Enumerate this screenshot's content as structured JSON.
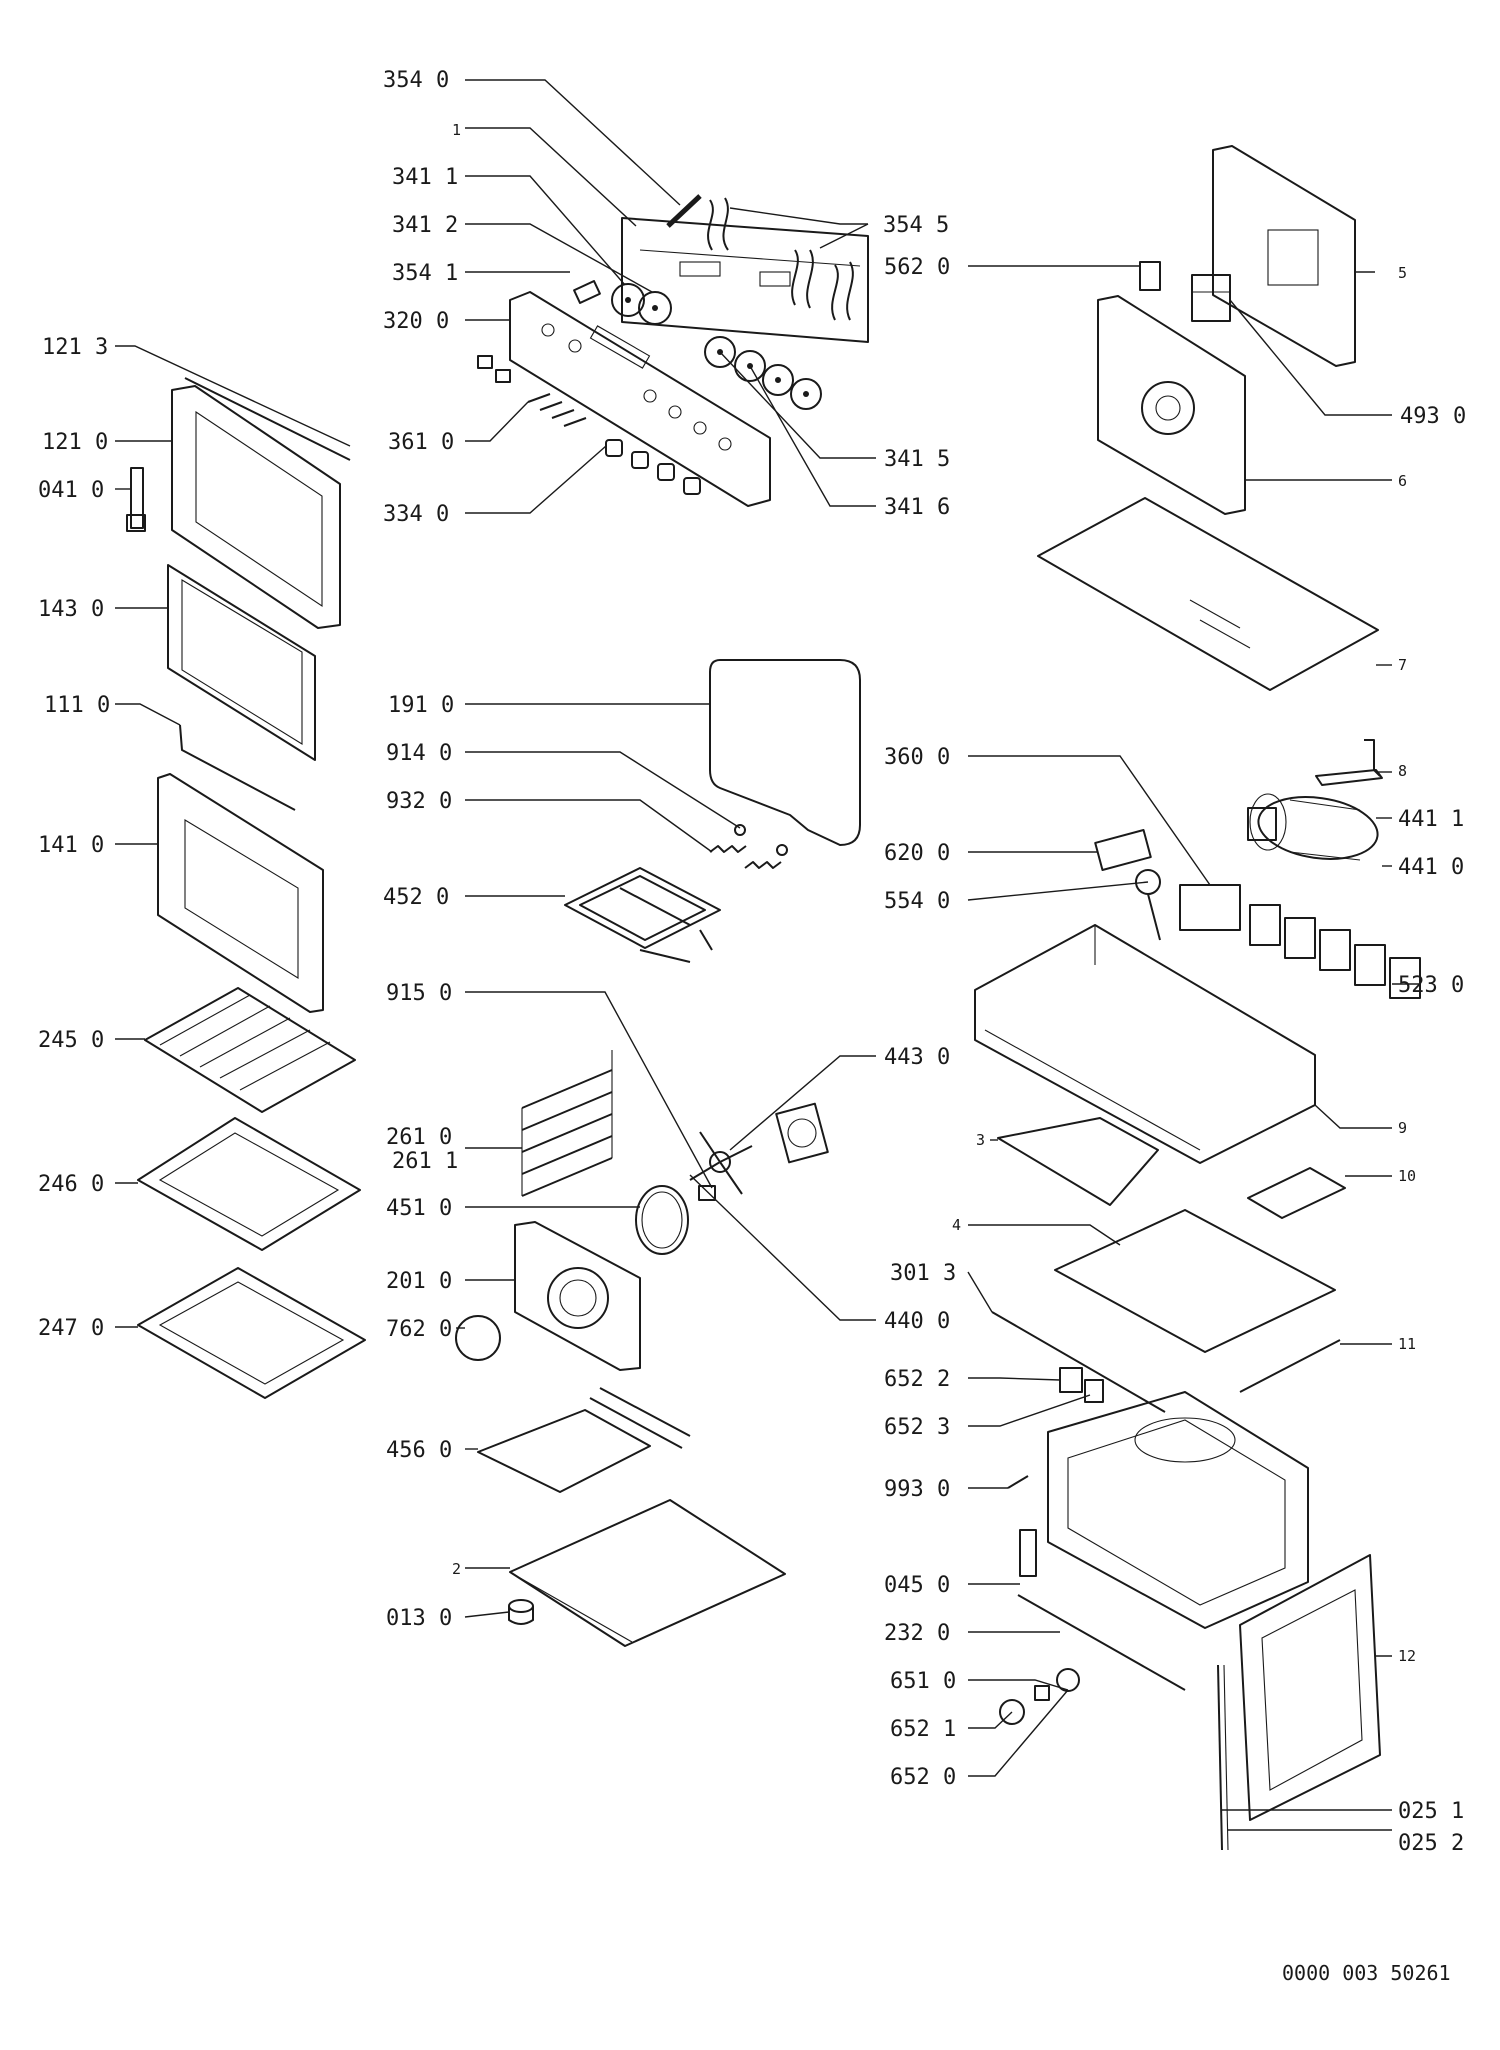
{
  "labels": [
    {
      "text": "354  0",
      "name": "label-354-0"
    },
    {
      "text": "1",
      "name": "label-1"
    },
    {
      "text": "341  1",
      "name": "label-341-1"
    },
    {
      "text": "341  2",
      "name": "label-341-2"
    },
    {
      "text": "354  1",
      "name": "label-354-1"
    },
    {
      "text": "320  0",
      "name": "label-320-0"
    },
    {
      "text": "121  3",
      "name": "label-121-3"
    },
    {
      "text": "121  0",
      "name": "label-121-0"
    },
    {
      "text": "041  0",
      "name": "label-041-0"
    },
    {
      "text": "361  0",
      "name": "label-361-0"
    },
    {
      "text": "334  0",
      "name": "label-334-0"
    },
    {
      "text": "143  0",
      "name": "label-143-0"
    },
    {
      "text": "111  0",
      "name": "label-111-0"
    },
    {
      "text": "141  0",
      "name": "label-141-0"
    },
    {
      "text": "245  0",
      "name": "label-245-0"
    },
    {
      "text": "246  0",
      "name": "label-246-0"
    },
    {
      "text": "247  0",
      "name": "label-247-0"
    },
    {
      "text": "191  0",
      "name": "label-191-0"
    },
    {
      "text": "914  0",
      "name": "label-914-0"
    },
    {
      "text": "932  0",
      "name": "label-932-0"
    },
    {
      "text": "452  0",
      "name": "label-452-0"
    },
    {
      "text": "915  0",
      "name": "label-915-0"
    },
    {
      "text": "261  0",
      "name": "label-261-0"
    },
    {
      "text": "261  1",
      "name": "label-261-1"
    },
    {
      "text": "451  0",
      "name": "label-451-0"
    },
    {
      "text": "201  0",
      "name": "label-201-0"
    },
    {
      "text": "762  0",
      "name": "label-762-0"
    },
    {
      "text": "456  0",
      "name": "label-456-0"
    },
    {
      "text": "2",
      "name": "label-2"
    },
    {
      "text": "013  0",
      "name": "label-013-0"
    },
    {
      "text": "354  5",
      "name": "label-354-5"
    },
    {
      "text": "562  0",
      "name": "label-562-0"
    },
    {
      "text": "5",
      "name": "label-5"
    },
    {
      "text": "493  0",
      "name": "label-493-0"
    },
    {
      "text": "341  5",
      "name": "label-341-5"
    },
    {
      "text": "341  6",
      "name": "label-341-6"
    },
    {
      "text": "6",
      "name": "label-6"
    },
    {
      "text": "7",
      "name": "label-7"
    },
    {
      "text": "360  0",
      "name": "label-360-0"
    },
    {
      "text": "8",
      "name": "label-8"
    },
    {
      "text": "441  1",
      "name": "label-441-1"
    },
    {
      "text": "620  0",
      "name": "label-620-0"
    },
    {
      "text": "441  0",
      "name": "label-441-0"
    },
    {
      "text": "554  0",
      "name": "label-554-0"
    },
    {
      "text": "523  0",
      "name": "label-523-0"
    },
    {
      "text": "443  0",
      "name": "label-443-0"
    },
    {
      "text": "9",
      "name": "label-9"
    },
    {
      "text": "3",
      "name": "label-3"
    },
    {
      "text": "10",
      "name": "label-10"
    },
    {
      "text": "4",
      "name": "label-4"
    },
    {
      "text": "301  3",
      "name": "label-301-3"
    },
    {
      "text": "440  0",
      "name": "label-440-0"
    },
    {
      "text": "11",
      "name": "label-11"
    },
    {
      "text": "652  2",
      "name": "label-652-2"
    },
    {
      "text": "652  3",
      "name": "label-652-3"
    },
    {
      "text": "993  0",
      "name": "label-993-0"
    },
    {
      "text": "045  0",
      "name": "label-045-0"
    },
    {
      "text": "232  0",
      "name": "label-232-0"
    },
    {
      "text": "12",
      "name": "label-12"
    },
    {
      "text": "651  0",
      "name": "label-651-0"
    },
    {
      "text": "652  1",
      "name": "label-652-1"
    },
    {
      "text": "652  0",
      "name": "label-652-0"
    },
    {
      "text": "025  1",
      "name": "label-025-1"
    },
    {
      "text": "025  2",
      "name": "label-025-2"
    }
  ],
  "document_number": "0000  003  50261"
}
